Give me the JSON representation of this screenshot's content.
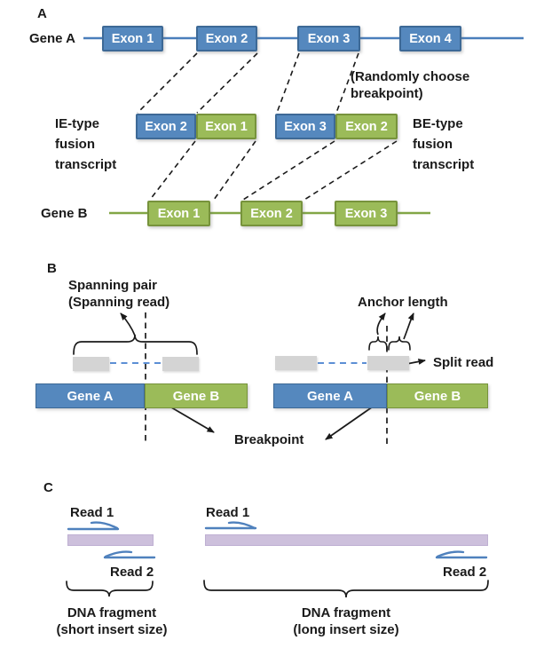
{
  "panel_a": {
    "label": "A",
    "gene_a": {
      "label": "Gene A",
      "exons": [
        "Exon 1",
        "Exon 2",
        "Exon 3",
        "Exon 4"
      ]
    },
    "note_line1": "(Randomly choose",
    "note_line2": "breakpoint)",
    "ie_label_lines": [
      "IE-type",
      "fusion",
      "transcript"
    ],
    "be_label_lines": [
      "BE-type",
      "fusion",
      "transcript"
    ],
    "fusion_ie": {
      "left_exon": "Exon 2",
      "right_exon": "Exon 1"
    },
    "fusion_be": {
      "left_exon": "Exon 3",
      "right_exon": "Exon 2"
    },
    "gene_b": {
      "label": "Gene B",
      "exons": [
        "Exon 1",
        "Exon 2",
        "Exon 3"
      ]
    }
  },
  "panel_b": {
    "label": "B",
    "spanning_line1": "Spanning pair",
    "spanning_line2": "(Spanning read)",
    "anchor_label": "Anchor length",
    "split_label": "Split read",
    "breakpoint_label": "Breakpoint",
    "left_diagram": {
      "gene_a": "Gene A",
      "gene_b": "Gene B"
    },
    "right_diagram": {
      "gene_a": "Gene A",
      "gene_b": "Gene B"
    }
  },
  "panel_c": {
    "label": "C",
    "short_fragment": {
      "read1": "Read 1",
      "read2": "Read 2",
      "caption_line1": "DNA fragment",
      "caption_line2": "(short insert size)"
    },
    "long_fragment": {
      "read1": "Read 1",
      "read2": "Read 2",
      "caption_line1": "DNA fragment",
      "caption_line2": "(long insert size)"
    }
  },
  "colors": {
    "exon_blue_fill": "#5588BE",
    "exon_blue_border": "#3D6996",
    "exon_green_fill": "#9BBB59",
    "exon_green_border": "#77933C",
    "gene_a_line": "#4A7EBB",
    "gene_b_line": "#82A646",
    "read_gray": "#D4D4D4",
    "dna_fragment_lavender": "#CDC0DC",
    "read_arrow_blue": "#4F81BD",
    "text_black": "#1A1A1A"
  }
}
